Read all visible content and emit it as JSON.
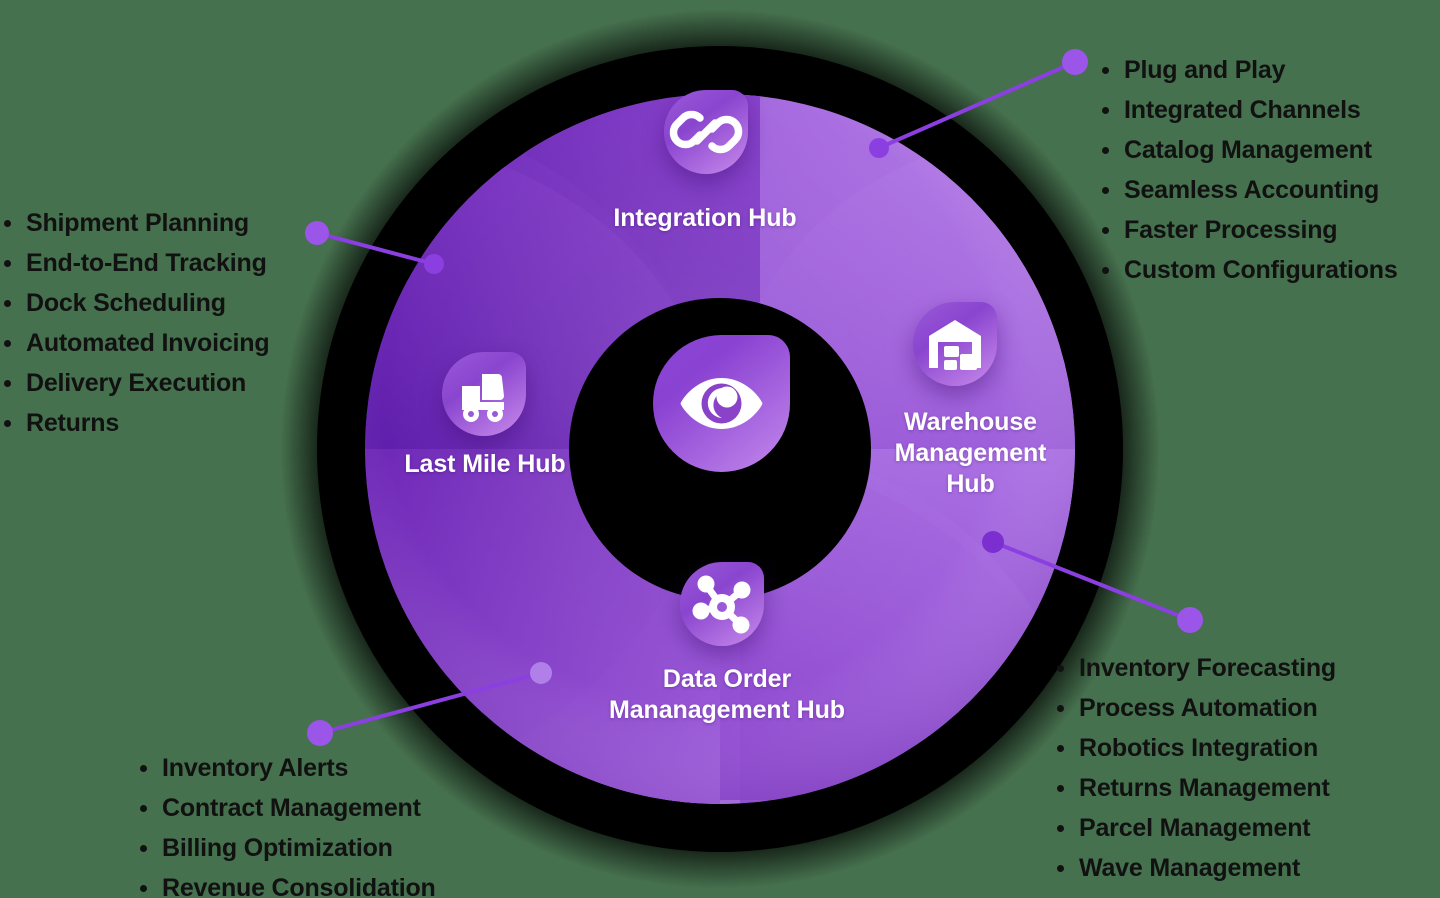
{
  "theme": {
    "background": "#46714e",
    "ring_outer": "#000000",
    "purple_dark": "#5c1ba9",
    "purple_mid": "#7b36c4",
    "purple_light": "#a866e0",
    "purple_pale": "#bb86ea",
    "connector": "#8b3fe0",
    "text_dark": "#111111",
    "text_light": "#ffffff"
  },
  "center": {
    "icon": "eye-icon"
  },
  "hubs": [
    {
      "id": "integration",
      "label": "Integration Hub",
      "icon": "link-chain-icon",
      "features": [
        "Plug and Play",
        "Integrated Channels",
        "Catalog Management",
        "Seamless Accounting",
        "Faster Processing",
        "Custom Configurations"
      ]
    },
    {
      "id": "warehouse",
      "label": "Warehouse\nManagement\nHub",
      "label_lines": [
        "Warehouse",
        "Management",
        "Hub"
      ],
      "icon": "warehouse-icon",
      "features": [
        "Inventory Forecasting",
        "Process Automation",
        "Robotics Integration",
        "Returns Management",
        "Parcel Management",
        "Wave Management"
      ]
    },
    {
      "id": "lastmile",
      "label": "Last Mile Hub",
      "icon": "delivery-truck-icon",
      "features": [
        "Shipment Planning",
        "End-to-End Tracking",
        "Dock Scheduling",
        "Automated Invoicing",
        "Delivery Execution",
        "Returns"
      ]
    },
    {
      "id": "dataorder",
      "label": "Data Order\nMananagement Hub",
      "label_lines": [
        "Data Order",
        "Mananagement Hub"
      ],
      "icon": "network-nodes-icon",
      "features": [
        "Inventory Alerts",
        "Contract Management",
        "Billing Optimization",
        "Revenue Consolidation"
      ]
    }
  ],
  "labels": {
    "integration": "Integration Hub",
    "warehouse_l1": "Warehouse",
    "warehouse_l2": "Management",
    "warehouse_l3": "Hub",
    "lastmile": "Last Mile Hub",
    "dataorder_l1": "Data Order",
    "dataorder_l2": "Mananagement Hub"
  },
  "lists": {
    "integration": [
      "Plug and Play",
      "Integrated Channels",
      "Catalog Management",
      "Seamless Accounting",
      "Faster Processing",
      "Custom Configurations"
    ],
    "warehouse": [
      "Inventory Forecasting",
      "Process Automation",
      "Robotics Integration",
      "Returns Management",
      "Parcel Management",
      "Wave Management"
    ],
    "lastmile": [
      "Shipment Planning",
      "End-to-End Tracking",
      "Dock Scheduling",
      "Automated Invoicing",
      "Delivery Execution",
      "Returns"
    ],
    "dataorder": [
      "Inventory Alerts",
      "Contract Management",
      "Billing Optimization",
      "Revenue Consolidation"
    ]
  }
}
